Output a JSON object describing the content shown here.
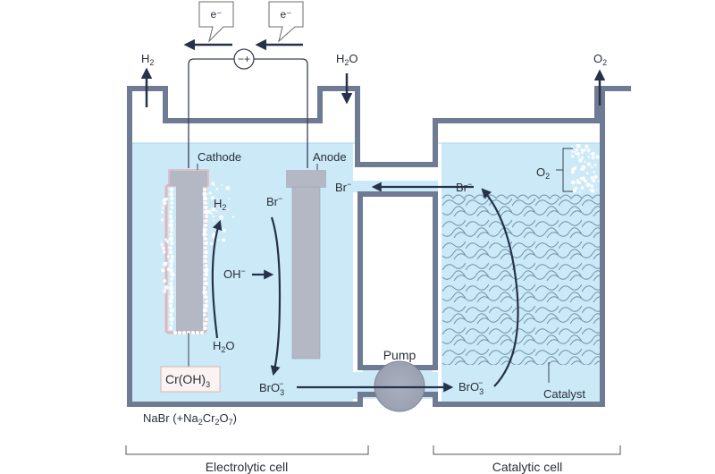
{
  "diagram": {
    "title_elements": {
      "electron_flow_left": "e⁻",
      "electron_flow_right": "e⁻",
      "power_source_symbol": "−+"
    },
    "gases": {
      "h2_out": {
        "base": "H",
        "sub": "2"
      },
      "h2o_in": {
        "base": "H",
        "sub": "2",
        "tail": "O"
      },
      "o2_out": {
        "base": "O",
        "sub": "2"
      }
    },
    "electrolytic_cell": {
      "caption": "Electrolytic cell",
      "cathode_label": "Cathode",
      "anode_label": "Anode",
      "cathode_coating": {
        "base": "Cr(OH)",
        "sub": "3"
      },
      "h2_label": {
        "base": "H",
        "sub": "2"
      },
      "h2o_label": {
        "base": "H",
        "sub": "2",
        "tail": "O"
      },
      "br_label": {
        "base": "Br",
        "sup": "−"
      },
      "oh_label": {
        "base": "OH",
        "sup": "−"
      },
      "bro3_label": {
        "base": "BrO",
        "sub": "3",
        "sup": "−"
      },
      "electrolyte": {
        "prefix": "NaBr  (+Na",
        "s1": "2",
        "mid": "Cr",
        "s2": "2",
        "mid2": "O",
        "s3": "7",
        "suffix": ")"
      }
    },
    "connection": {
      "br_return_left": {
        "base": "Br",
        "sup": "−"
      },
      "pump_label": "Pump"
    },
    "catalytic_cell": {
      "caption": "Catalytic cell",
      "br_label": {
        "base": "Br",
        "sup": "−"
      },
      "bro3_label": {
        "base": "BrO",
        "sub": "3",
        "sup": "−"
      },
      "o2_label": {
        "base": "O",
        "sub": "2"
      },
      "catalyst_label": "Catalyst"
    },
    "colors": {
      "wall": "#6f7a93",
      "liquid": "#cbe9f7",
      "electrode": "#b3b8c4",
      "arrow": "#25324a",
      "cathode_glow": "#e8a8a8",
      "scale_stroke": "#6f93a8"
    }
  }
}
